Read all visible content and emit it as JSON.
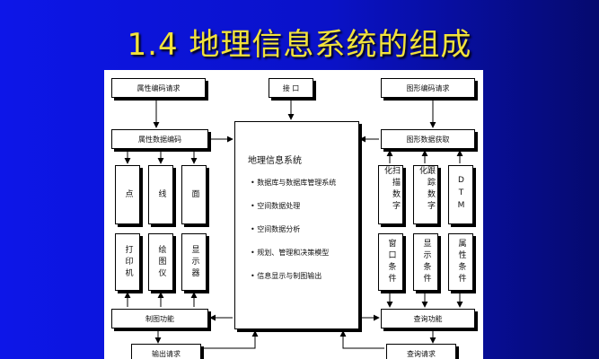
{
  "title": "1.4  地理信息系统的组成",
  "colors": {
    "background": "#0b13d9",
    "title": "#f2e23a"
  },
  "diagram": {
    "top_left": "属性编码请求",
    "top_center": "接  口",
    "top_right": "图形编码请求",
    "left_coder": "属性数据编码",
    "right_acq": "图形数据获取",
    "left_col1_top": "点",
    "left_col2_top": "线",
    "left_col3_top": "面",
    "left_col1_bottom": "打印机",
    "left_col2_bottom": "绘图仪",
    "left_col3_bottom": "显示器",
    "right_col1_top": "扫描数字化",
    "right_col2_top": "跟踪数字化",
    "right_col3_top": "DTM",
    "right_col1_bottom": "窗口条件",
    "right_col2_bottom": "显示条件",
    "right_col3_bottom": "属性条件",
    "left_func": "制图功能",
    "right_func": "查询功能",
    "left_request": "输出请求",
    "right_request": "查询请求",
    "center": {
      "title": "地理信息系统",
      "items": [
        "数据库与数据库管理系统",
        "空间数据处理",
        "空间数据分析",
        "规划、管理和决策模型",
        "信息显示与制图输出"
      ]
    }
  }
}
